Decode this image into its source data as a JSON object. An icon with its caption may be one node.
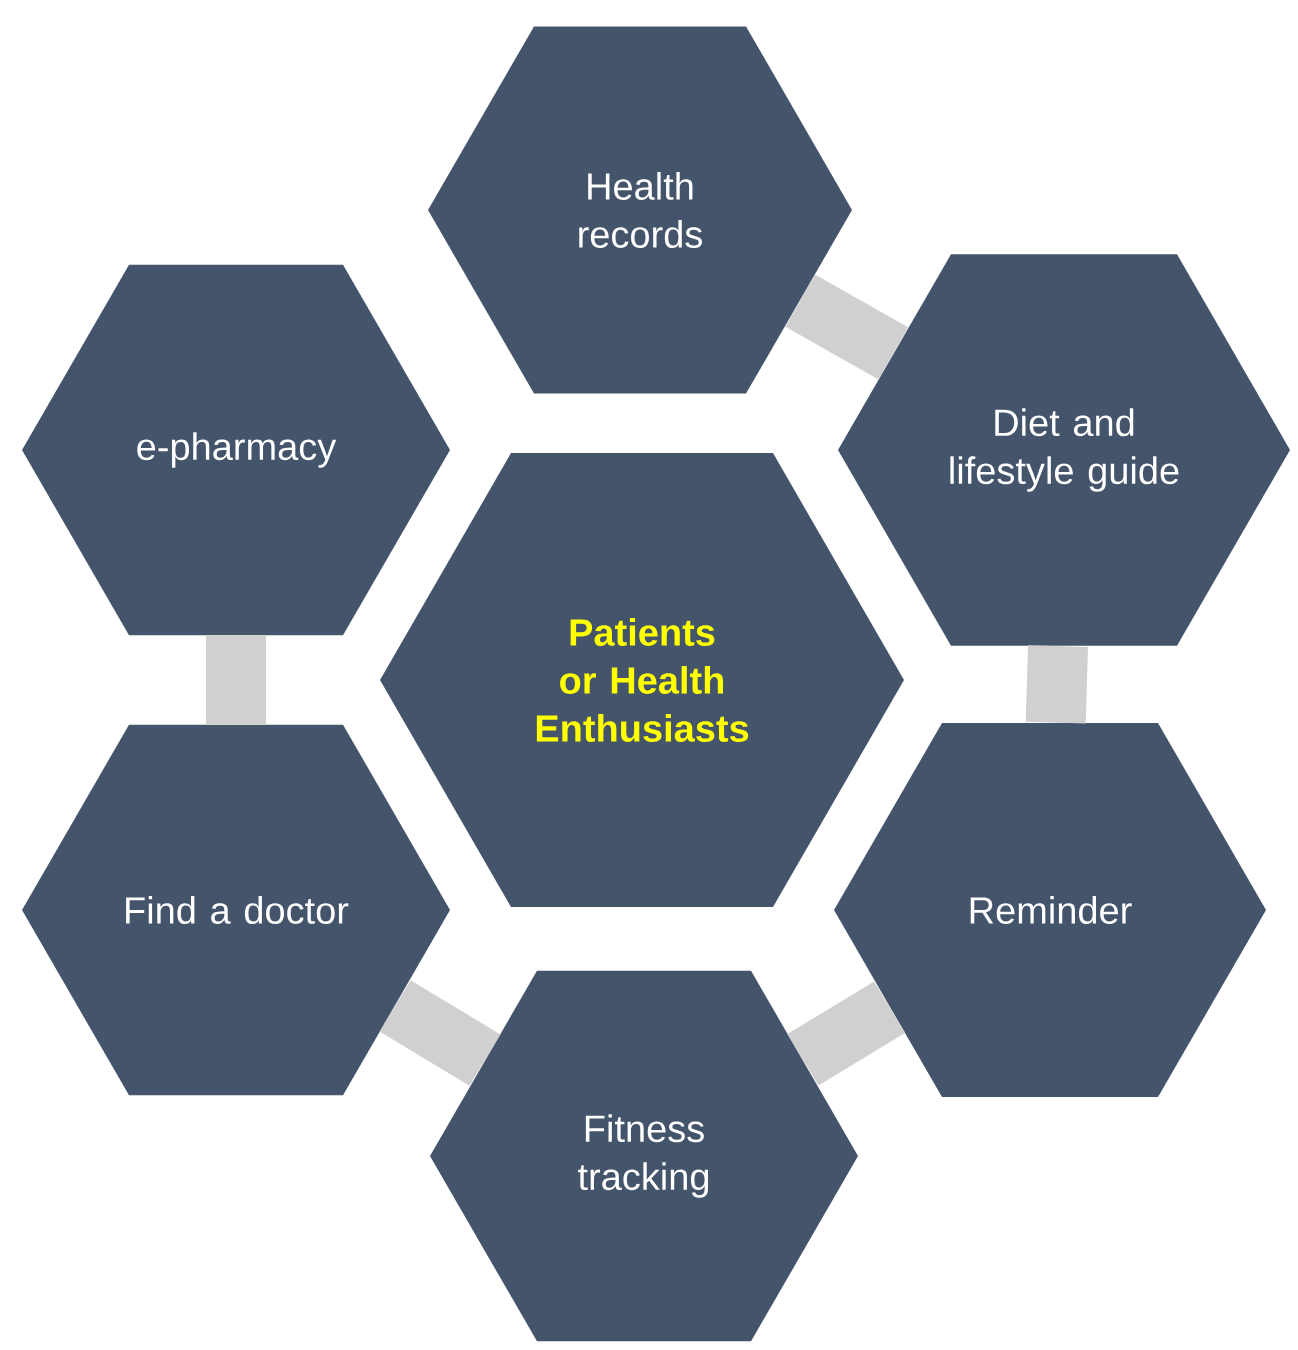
{
  "diagram": {
    "nodes": [
      {
        "text": [
          "Health records"
        ]
      },
      {
        "text": [
          "e-pharmacy"
        ]
      },
      {
        "text": [
          "Diet and lifestyle guide"
        ]
      },
      {
        "text": [
          "Patients or Health Enthusiasts"
        ]
      },
      {
        "text": [
          "Find a doctor"
        ]
      },
      {
        "text": [
          "Reminder"
        ]
      },
      {
        "text": [
          "Fitness tracking"
        ]
      }
    ],
    "edges": [
      {
        "from": 0,
        "to": 2,
        "arrow": "none"
      },
      {
        "from": 2,
        "to": 5,
        "arrow": "none"
      },
      {
        "from": 5,
        "to": 6,
        "arrow": "none"
      },
      {
        "from": 6,
        "to": 4,
        "arrow": "none"
      },
      {
        "from": 4,
        "to": 1,
        "arrow": "none"
      }
    ]
  }
}
